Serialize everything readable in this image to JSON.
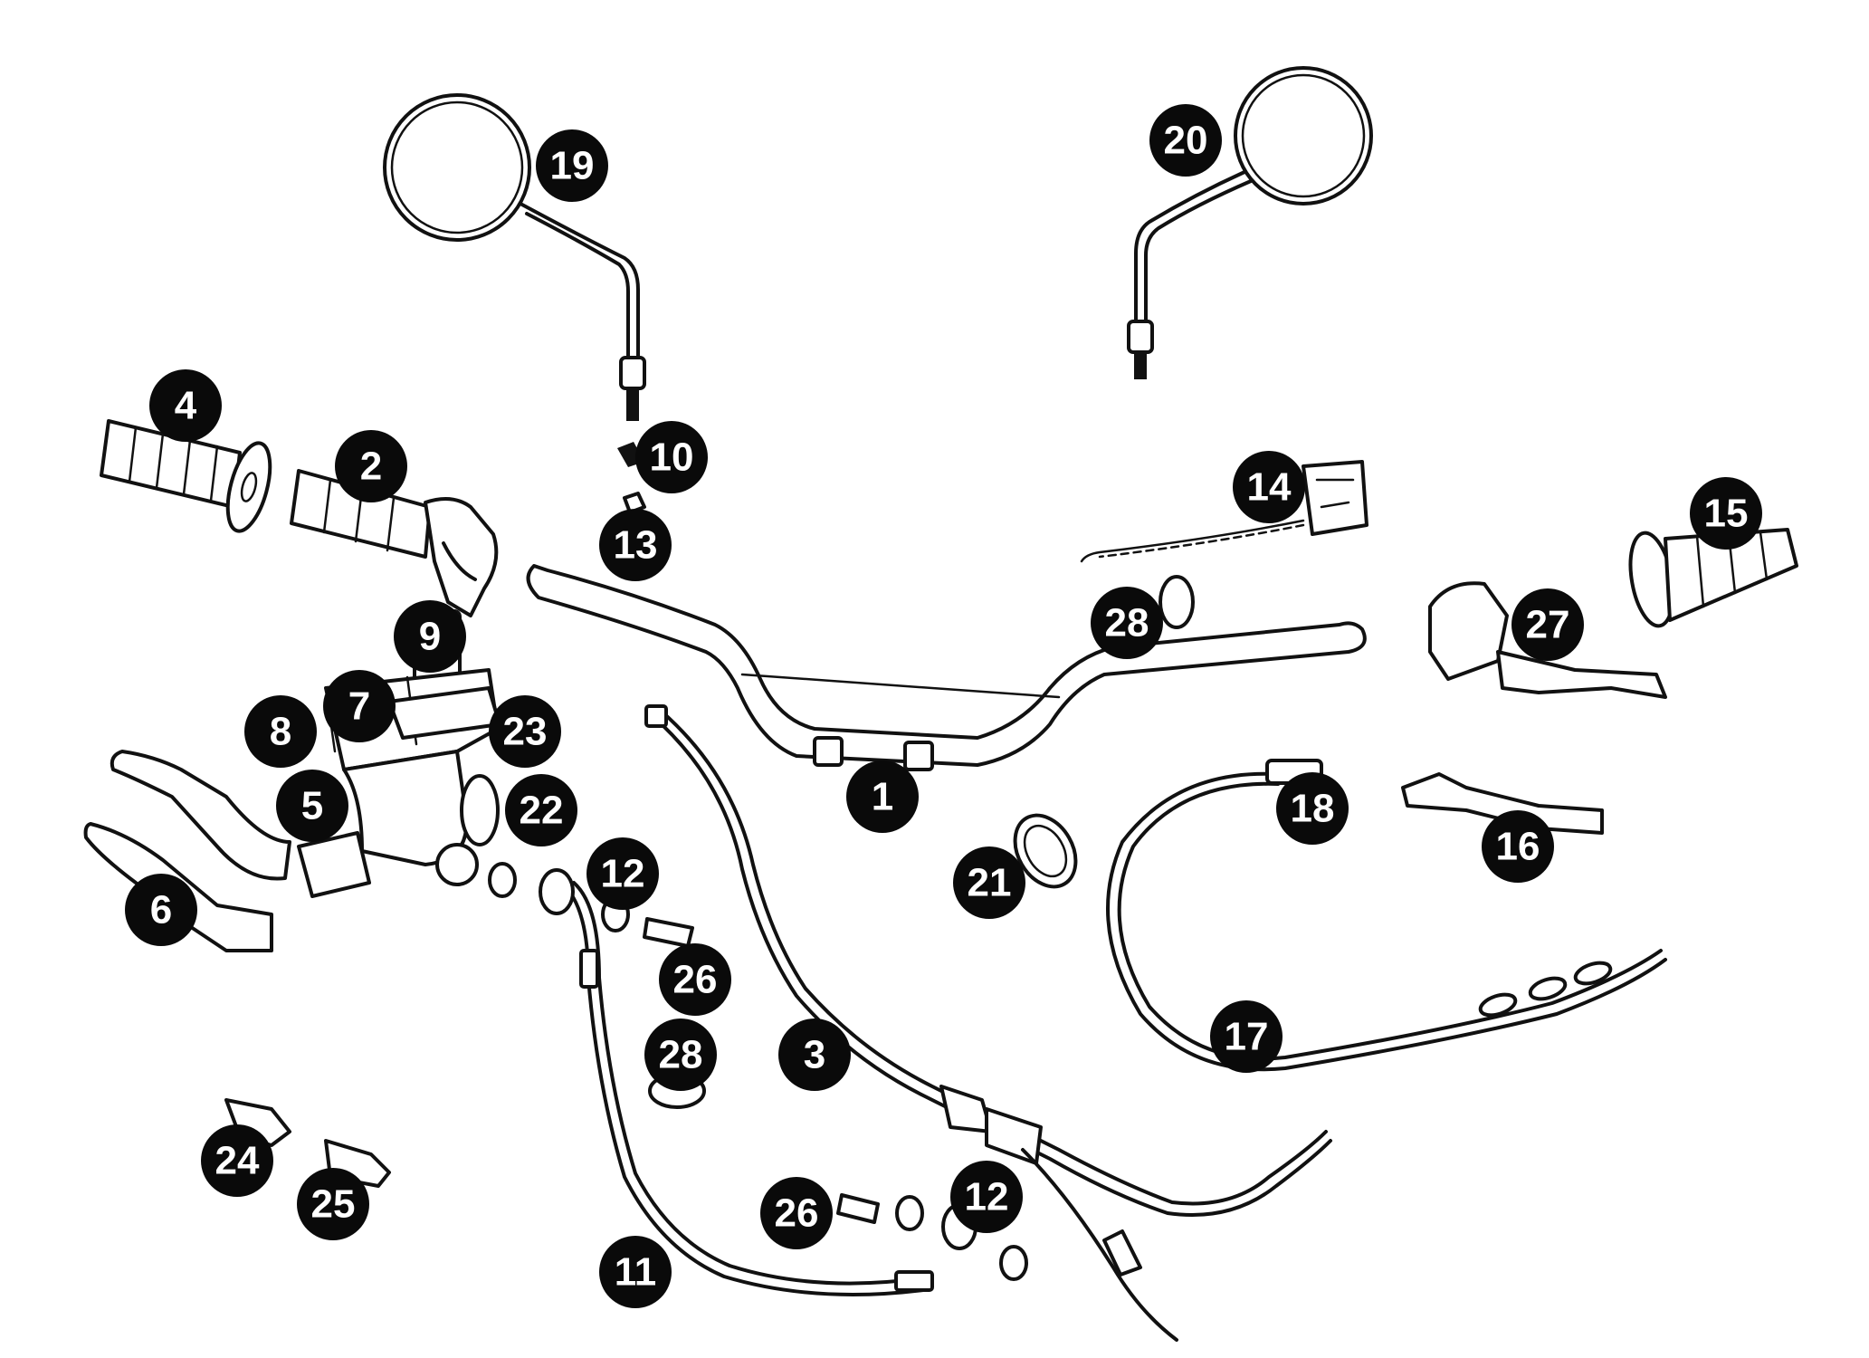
{
  "callouts": [
    {
      "id": "c1",
      "label": "1"
    },
    {
      "id": "c2",
      "label": "2"
    },
    {
      "id": "c3",
      "label": "3"
    },
    {
      "id": "c4",
      "label": "4"
    },
    {
      "id": "c5",
      "label": "5"
    },
    {
      "id": "c6",
      "label": "6"
    },
    {
      "id": "c7",
      "label": "7"
    },
    {
      "id": "c8",
      "label": "8"
    },
    {
      "id": "c9",
      "label": "9"
    },
    {
      "id": "c10",
      "label": "10"
    },
    {
      "id": "c11",
      "label": "11"
    },
    {
      "id": "c12a",
      "label": "12"
    },
    {
      "id": "c12b",
      "label": "12"
    },
    {
      "id": "c13",
      "label": "13"
    },
    {
      "id": "c14",
      "label": "14"
    },
    {
      "id": "c15",
      "label": "15"
    },
    {
      "id": "c16",
      "label": "16"
    },
    {
      "id": "c17",
      "label": "17"
    },
    {
      "id": "c18",
      "label": "18"
    },
    {
      "id": "c19",
      "label": "19"
    },
    {
      "id": "c20",
      "label": "20"
    },
    {
      "id": "c21",
      "label": "21"
    },
    {
      "id": "c22",
      "label": "22"
    },
    {
      "id": "c23",
      "label": "23"
    },
    {
      "id": "c24",
      "label": "24"
    },
    {
      "id": "c25",
      "label": "25"
    },
    {
      "id": "c26a",
      "label": "26"
    },
    {
      "id": "c26b",
      "label": "26"
    },
    {
      "id": "c27",
      "label": "27"
    },
    {
      "id": "c28a",
      "label": "28"
    },
    {
      "id": "c28b",
      "label": "28"
    }
  ],
  "colors": {
    "line": "#111111",
    "badge": "#0a0a0a",
    "badge_text": "#ffffff",
    "background": "#ffffff"
  }
}
